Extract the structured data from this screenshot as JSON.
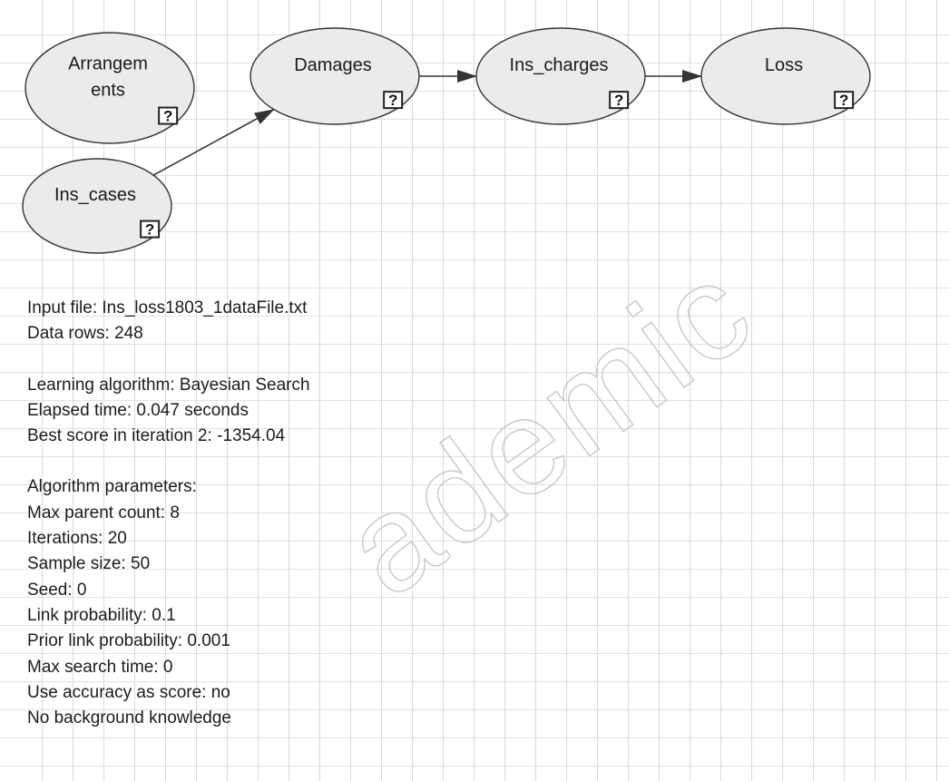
{
  "nodes": [
    {
      "id": "arrangements",
      "lines": [
        "Arrangem",
        "ents"
      ],
      "help": "?"
    },
    {
      "id": "damages",
      "lines": [
        "Damages"
      ],
      "help": "?"
    },
    {
      "id": "ins-charges",
      "lines": [
        "Ins_charges"
      ],
      "help": "?"
    },
    {
      "id": "loss",
      "lines": [
        "Loss"
      ],
      "help": "?"
    },
    {
      "id": "ins-cases",
      "lines": [
        "Ins_cases"
      ],
      "help": "?"
    }
  ],
  "edges": [
    {
      "from": "ins-cases",
      "to": "damages"
    },
    {
      "from": "damages",
      "to": "ins-charges"
    },
    {
      "from": "ins-charges",
      "to": "loss"
    }
  ],
  "info": {
    "input_file": "Input file: Ins_loss1803_1dataFile.txt",
    "data_rows": "Data rows: 248",
    "learning_algorithm": "Learning algorithm: Bayesian Search",
    "elapsed_time": "Elapsed time: 0.047 seconds",
    "best_score": "Best score in iteration 2: -1354.04",
    "params_header": "Algorithm parameters:",
    "max_parent_count": "Max parent count: 8",
    "iterations": "Iterations: 20",
    "sample_size": "Sample size: 50",
    "seed": "Seed: 0",
    "link_probability": "Link probability: 0.1",
    "prior_link_probability": "Prior link probability: 0.001",
    "max_search_time": "Max search time: 0",
    "use_accuracy": "Use accuracy as score: no",
    "background_knowledge": "No background knowledge"
  },
  "watermark": "ademic",
  "colors": {
    "node_fill": "#ebebeb",
    "node_stroke": "#333333",
    "edge": "#333333",
    "grid": "#d9d9d9",
    "background": "#ffffff"
  }
}
